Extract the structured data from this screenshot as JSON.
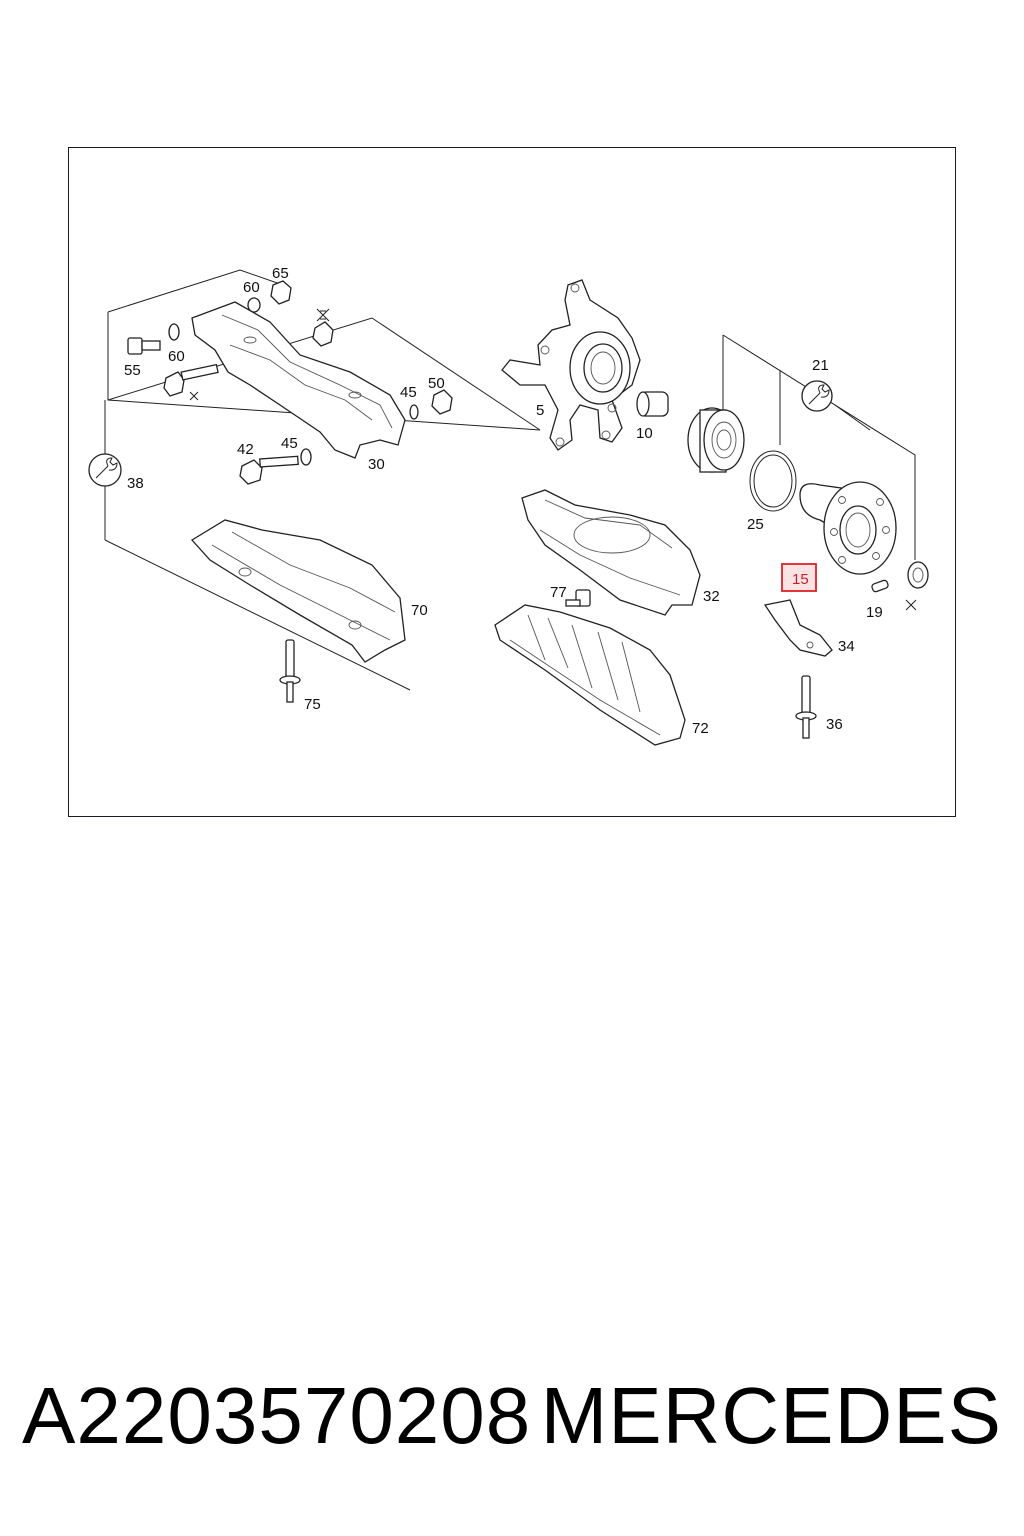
{
  "diagram": {
    "callouts": {
      "c5": "5",
      "c10": "10",
      "c15": "15",
      "c19": "19",
      "c21": "21",
      "c25": "25",
      "c30": "30",
      "c32": "32",
      "c34": "34",
      "c36": "36",
      "c38": "38",
      "c42": "42",
      "c45a": "45",
      "c45b": "45",
      "c50": "50",
      "c55": "55",
      "c60a": "60",
      "c60b": "60",
      "c65": "65",
      "c70": "70",
      "c72": "72",
      "c75": "75",
      "c77": "77"
    },
    "highlighted_callout": "15",
    "highlight_color": "#e0202a",
    "icons": [
      "wrench-icon",
      "do-not-reuse-icon"
    ]
  },
  "footer": {
    "part_number": "A2203570208",
    "brand": "MERCEDES"
  }
}
